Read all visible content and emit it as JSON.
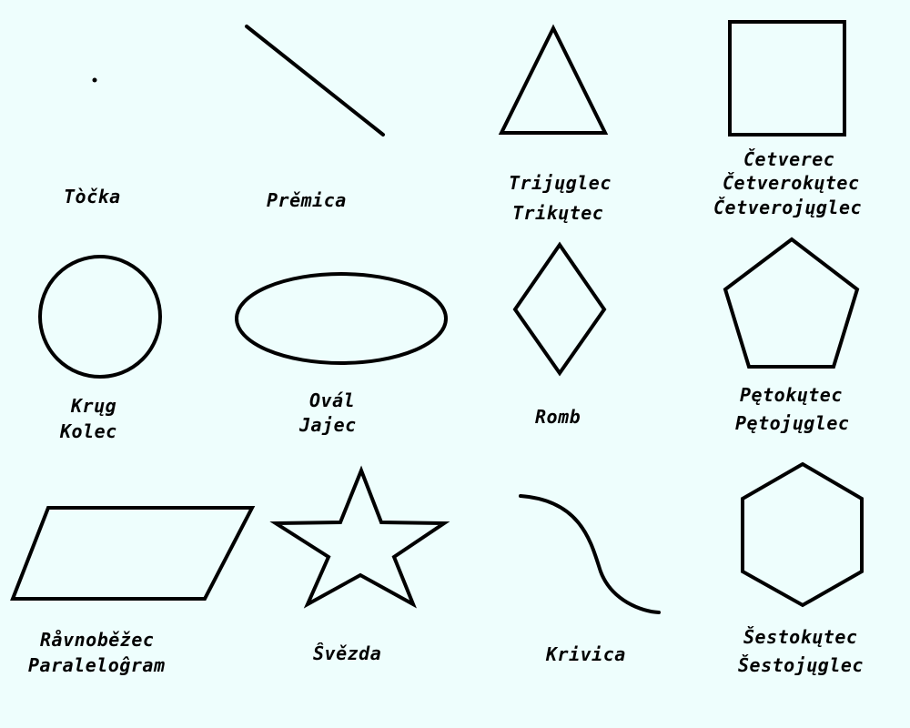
{
  "colors": {
    "background": "#eefefd",
    "ink": "#000000"
  },
  "shapes": {
    "point": {
      "labels": [
        "Tòčka"
      ]
    },
    "line": {
      "labels": [
        "Prěmica"
      ]
    },
    "triangle": {
      "labels": [
        "Trijųglec",
        "Trikųtec"
      ]
    },
    "square": {
      "labels": [
        "Četverec",
        "Četverokųtec",
        "Četverojųglec"
      ]
    },
    "circle": {
      "labels": [
        "Krųg",
        "Kolec"
      ]
    },
    "oval": {
      "labels": [
        "Ovál",
        "Jajec"
      ]
    },
    "rhombus": {
      "labels": [
        "Romb"
      ]
    },
    "pentagon": {
      "labels": [
        "Pętokųtec",
        "Pętojųglec"
      ]
    },
    "parallelogram": {
      "labels": [
        "Råvnoběžec",
        "Paraleloĝram"
      ]
    },
    "star": {
      "labels": [
        "Ŝvězda"
      ]
    },
    "curve": {
      "labels": [
        "Krivica"
      ]
    },
    "hexagon": {
      "labels": [
        "Šestokųtec",
        "Šestojųglec"
      ]
    }
  }
}
